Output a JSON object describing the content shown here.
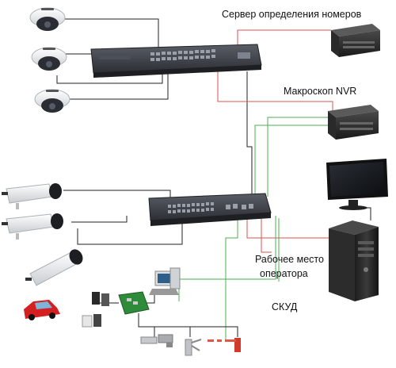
{
  "labels": {
    "server": "Сервер определения номеров",
    "nvr": "Макроскоп NVR",
    "operator_line1": "Рабочее место",
    "operator_line2": "оператора",
    "skud": "СКУД"
  },
  "colors": {
    "red_cable": "#d9534f",
    "green_cable": "#4caf50",
    "black_cable": "#222222",
    "switch_body": "#3a3d42",
    "car": "#d42020"
  }
}
